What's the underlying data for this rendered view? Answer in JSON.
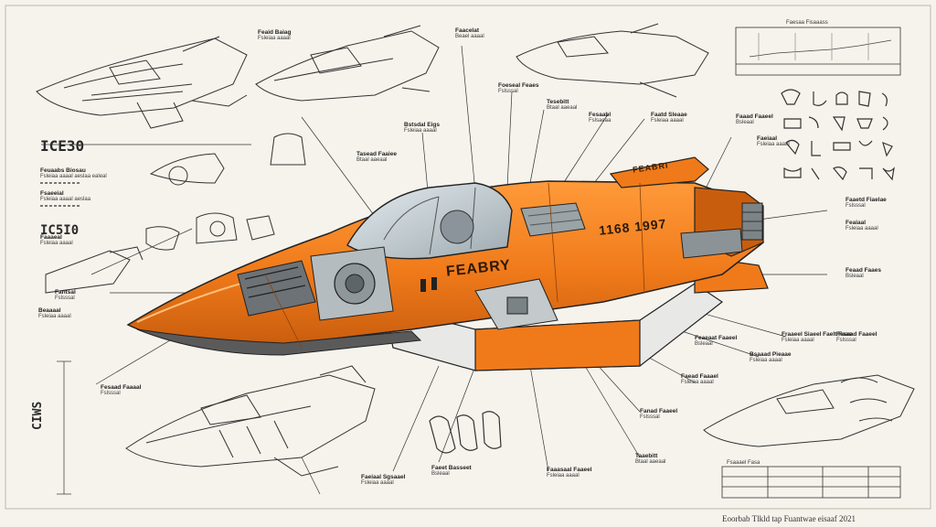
{
  "sheet": {
    "title_left": "ICE30",
    "section_mid": "IC5I0",
    "section_low": "CIWS",
    "hull_name": "FEABRY",
    "hull_number": "1168 1997",
    "fin_label": "FEABRI",
    "footer": "Eoorbab Tlkld tap Fuantwae eisaaf 2021",
    "colors": {
      "hull": "#f07a1a",
      "hull_shadow": "#c95d0e",
      "ink": "#2b2b2b",
      "paper": "#f6f3ec",
      "canopy": "#c9d3d6"
    }
  },
  "callouts": [
    {
      "title": "Feaid Baiag",
      "text": "Fsleiaa aaaal"
    },
    {
      "title": "Faacelat",
      "text": "Beael aaaal"
    },
    {
      "title": "Foeseal Feaes",
      "text": "Fslsssal"
    },
    {
      "title": "Tesebitt",
      "text": "Btaal aaeaal"
    },
    {
      "title": "Bstsdal Eigs",
      "text": "Fsleiaa aaaal"
    },
    {
      "title": "Fesaabl",
      "text": "Fslsaeaa"
    },
    {
      "title": "Faatd Sleaae",
      "text": "Fsleiaa aaaal"
    },
    {
      "title": "Faaad Faaeel",
      "text": "Bsleaal"
    },
    {
      "title": "Faeiaal",
      "text": "Fsleiaa aaaal"
    },
    {
      "title": "Tasead Faaiee",
      "text": "Btaal aaeaal"
    },
    {
      "title": "Faaetd Fiaelae",
      "text": "Fslsssal"
    },
    {
      "title": "Feaiaal",
      "text": "Fsleiaa aaaal"
    },
    {
      "title": "Feaad Faaes",
      "text": "Bsleaal"
    },
    {
      "title": "Fraaeel Siaeel Faelt Faae",
      "text": "Fsleiaa aaaal"
    },
    {
      "title": "Fesaad Faaeel",
      "text": "Fslsssal"
    },
    {
      "title": "Bsaaad Pieaae",
      "text": "Fsleiaa aaaal"
    },
    {
      "title": "Feaeaat Faaeel",
      "text": "Bsleaal"
    },
    {
      "title": "Faead Faaael",
      "text": "Fsleiaa aaaal"
    },
    {
      "title": "Fanad Faaeel",
      "text": "Fslsssal"
    },
    {
      "title": "Taaebitt",
      "text": "Btaal aaeaal"
    },
    {
      "title": "Faaasaal Faaeel",
      "text": "Fsleiaa aaaal"
    },
    {
      "title": "Faeet Basseet",
      "text": "Bsleaal"
    },
    {
      "title": "Faeiaal Sgsaael",
      "text": "Fsleiaa aaaal"
    },
    {
      "title": "Fesaad Faaaal",
      "text": "Fslsssal"
    },
    {
      "title": "Beaaaal",
      "text": "Fsleiaa aaaal"
    },
    {
      "title": "Fantsal",
      "text": "Fslsssal"
    }
  ],
  "notes": [
    {
      "title": "Feuaabs Biosau",
      "text": "Fsleiaa aaaal aeslaa ealeal"
    },
    {
      "title": "Fsaeeial",
      "text": "Fsleiaa aaaal aeslaa"
    },
    {
      "title": "Faaaeal",
      "text": "Fsleiaa aaaal"
    }
  ],
  "chart": {
    "title": "Faesaa Fisaaass"
  },
  "table": {
    "title": "Fsaaael Fasa"
  }
}
